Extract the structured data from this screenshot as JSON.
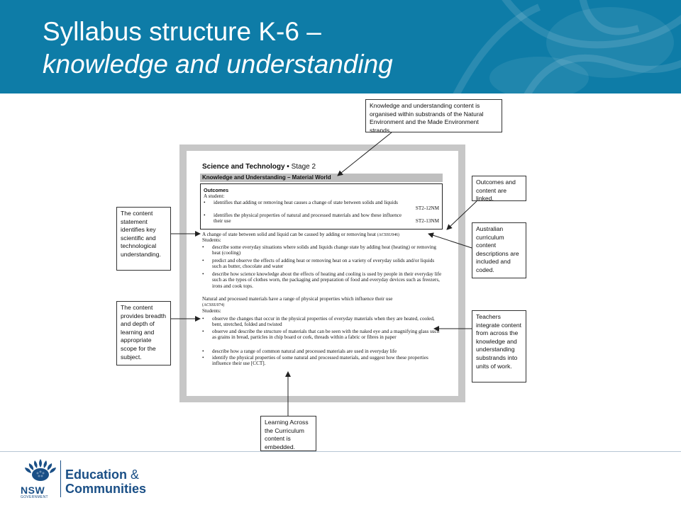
{
  "header": {
    "title_line1": "Syllabus structure K-6 –",
    "title_line2": "knowledge and understanding"
  },
  "document": {
    "heading": "Science and Technology",
    "heading_sep": " • ",
    "stage": "Stage 2",
    "strand": "Knowledge and Understanding – Material World",
    "outcomes": {
      "heading": "Outcomes",
      "sub": "A student:",
      "items": [
        {
          "text": "identifies that adding or removing heat causes a change of state between solids and liquids",
          "code": "ST2-12NM"
        },
        {
          "text": "identifies the physical properties of natural and processed materials and how these influence their use",
          "code": "ST2-13NM"
        }
      ]
    },
    "content1": {
      "statement": "A change of state between solid and liquid can be caused by adding or removing heat",
      "code": "(ACSSU046)",
      "students": "Students:",
      "items": [
        "describe some everyday situations where solids and liquids change state by adding heat (heating) or removing heat (cooling)",
        "predict and observe the effects of adding heat or removing heat on a variety of everyday solids and/or liquids such as butter, chocolate and water",
        "describe how science knowledge about the effects of heating and cooling is used by people in their everyday life such as the types of clothes worn, the packaging and preparation of food and everyday devices such as freezers, irons and cook tops."
      ]
    },
    "content2": {
      "statement": "Natural and processed materials have a range of physical properties which influence their use",
      "code": "(ACSSU074)",
      "students": "Students:",
      "items": [
        "observe the changes that occur in the physical properties of everyday materials when they are heated, cooled, bent, stretched, folded and twisted",
        "observe and describe the structure of materials that can be seen with the naked eye and a magnifying glass such as grains in bread, particles in chip board or cork, threads within a fabric or fibres in paper",
        "describe how a range of common natural and processed materials are used in everyday life",
        "identify the physical properties of some natural and processed materials, and suggest how these properties influence their use [CCT]."
      ]
    }
  },
  "callouts": {
    "top": "Knowledge and understanding content is organised within substrands of the Natural Environment and the Made Environment strands.",
    "content_statement": "The content statement identifies key scientific and technological understanding.",
    "breadth": "The content provides breadth and depth of learning and appropriate scope for the subject.",
    "outcomes_linked": "Outcomes and content are linked.",
    "australian": "Australian curriculum content descriptions are included and coded.",
    "teachers": "Teachers integrate content from across the knowledge and understanding substrands into units of work.",
    "learning_across": "Learning Across the Curriculum content is embedded."
  },
  "footer": {
    "logo_nsw": "NSW",
    "logo_gov": "GOVERNMENT",
    "dept_line1": "Education",
    "dept_amp": " &",
    "dept_line2": "Communities"
  },
  "colors": {
    "header_bg": "#0e7ca7",
    "brand_blue": "#1a4f86"
  }
}
